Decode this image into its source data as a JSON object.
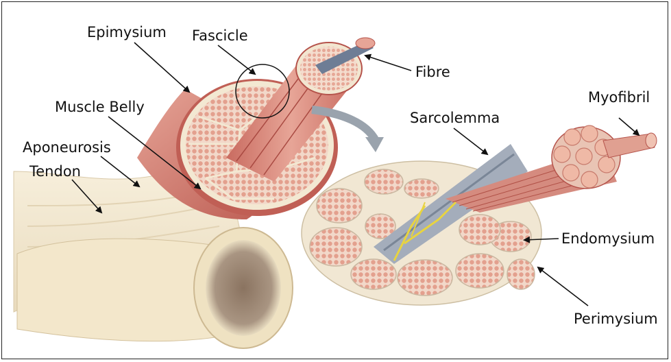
{
  "diagram": {
    "subject": "skeletal muscle structure",
    "labels": {
      "epimysium": "Epimysium",
      "fascicle": "Fascicle",
      "fibre": "Fibre",
      "muscle_belly": "Muscle Belly",
      "aponeurosis": "Aponeurosis",
      "tendon": "Tendon",
      "sarcolemma": "Sarcolemma",
      "myofibril": "Myofibril",
      "endomysium": "Endomysium",
      "perimysium": "Perimysium"
    },
    "colors": {
      "muscle": "#d98a7e",
      "muscle_dark": "#b5534b",
      "fascicle_fill": "#e7a594",
      "connective_tissue": "#f3ecd8",
      "tendon": "#f1e6cc",
      "nerve": "#e8d440",
      "vessel": "#5a6d8a",
      "arrow": "#9aa3ad"
    }
  }
}
